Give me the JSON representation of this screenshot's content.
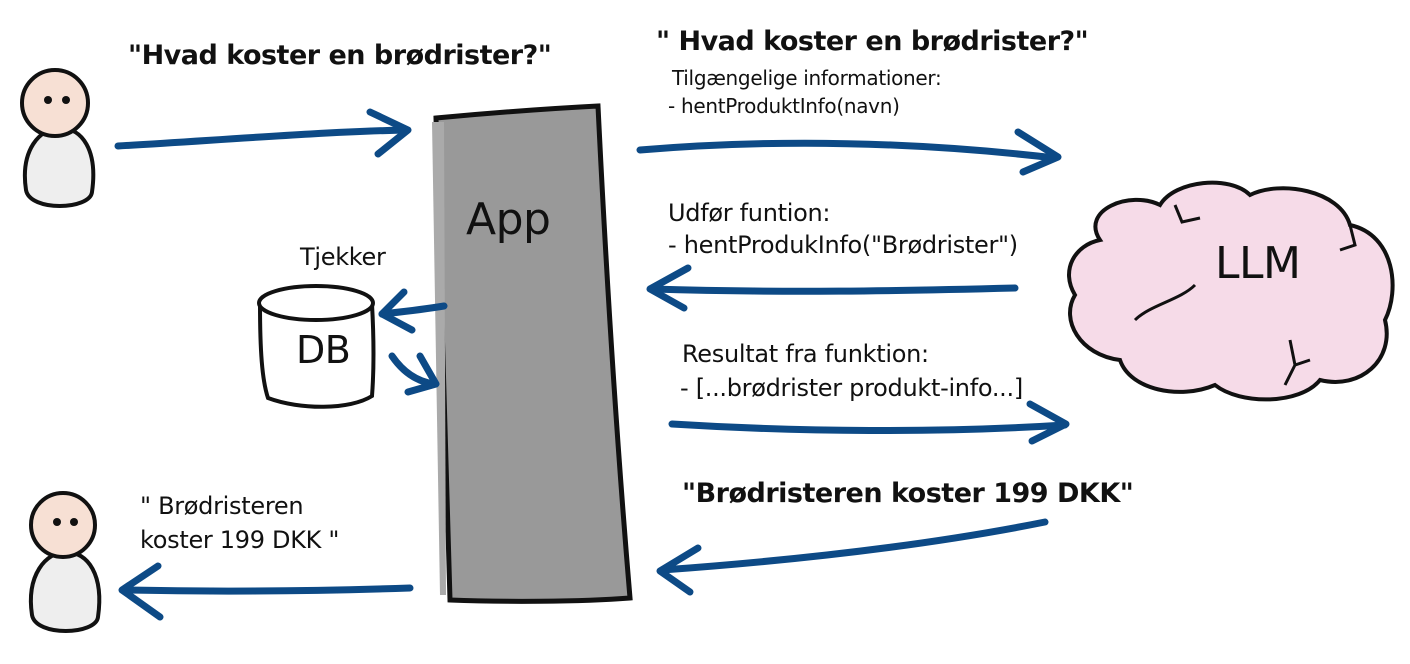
{
  "user_question": "\"Hvad koster en brødrister?\"",
  "app_label": "App",
  "db_label": "DB",
  "db_check_label": "Tjekker",
  "llm_label": "LLM",
  "request_to_llm": {
    "question": "\" Hvad koster en brødrister?\"",
    "info_title": "Tilgængelige informationer:",
    "info_item": "- hentProduktInfo(navn)"
  },
  "function_call": {
    "title": "Udfør funtion:",
    "call": "- hentProdukInfo(\"Brødrister\")"
  },
  "function_result": {
    "title": "Resultat fra funktion:",
    "result": "- [...brødrister produkt-info...]"
  },
  "llm_answer": "\"Brødristeren koster 199 DKK\"",
  "answer_to_user": {
    "line1": "\" Brødristeren",
    "line2": "koster 199 DKK \""
  },
  "colors": {
    "arrow": "#0d4a86",
    "app_fill": "#999999",
    "cloud_fill": "#f6dbe8",
    "outline": "#111111"
  }
}
